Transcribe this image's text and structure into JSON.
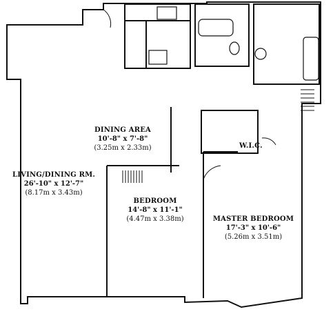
{
  "colors": {
    "ink": "#111111",
    "paper": "#ffffff"
  },
  "rooms": {
    "dining": {
      "name": "DINING AREA",
      "dim": "10'-8\" x 7'-8\"",
      "metric": "(3.25m x 2.33m)"
    },
    "living": {
      "name": "LIVING/DINING RM.",
      "dim": "26'-10\" x 12'-7\"",
      "metric": "(8.17m x 3.43m)"
    },
    "bedroom": {
      "name": "BEDROOM",
      "dim": "14'-8\" x 11'-1\"",
      "metric": "(4.47m x 3.38m)"
    },
    "master": {
      "name": "MASTER BEDROOM",
      "dim": "17'-3\" x 10'-6\"",
      "metric": "(5.26m x 3.51m)"
    },
    "wic": {
      "name": "W.I.C."
    }
  }
}
